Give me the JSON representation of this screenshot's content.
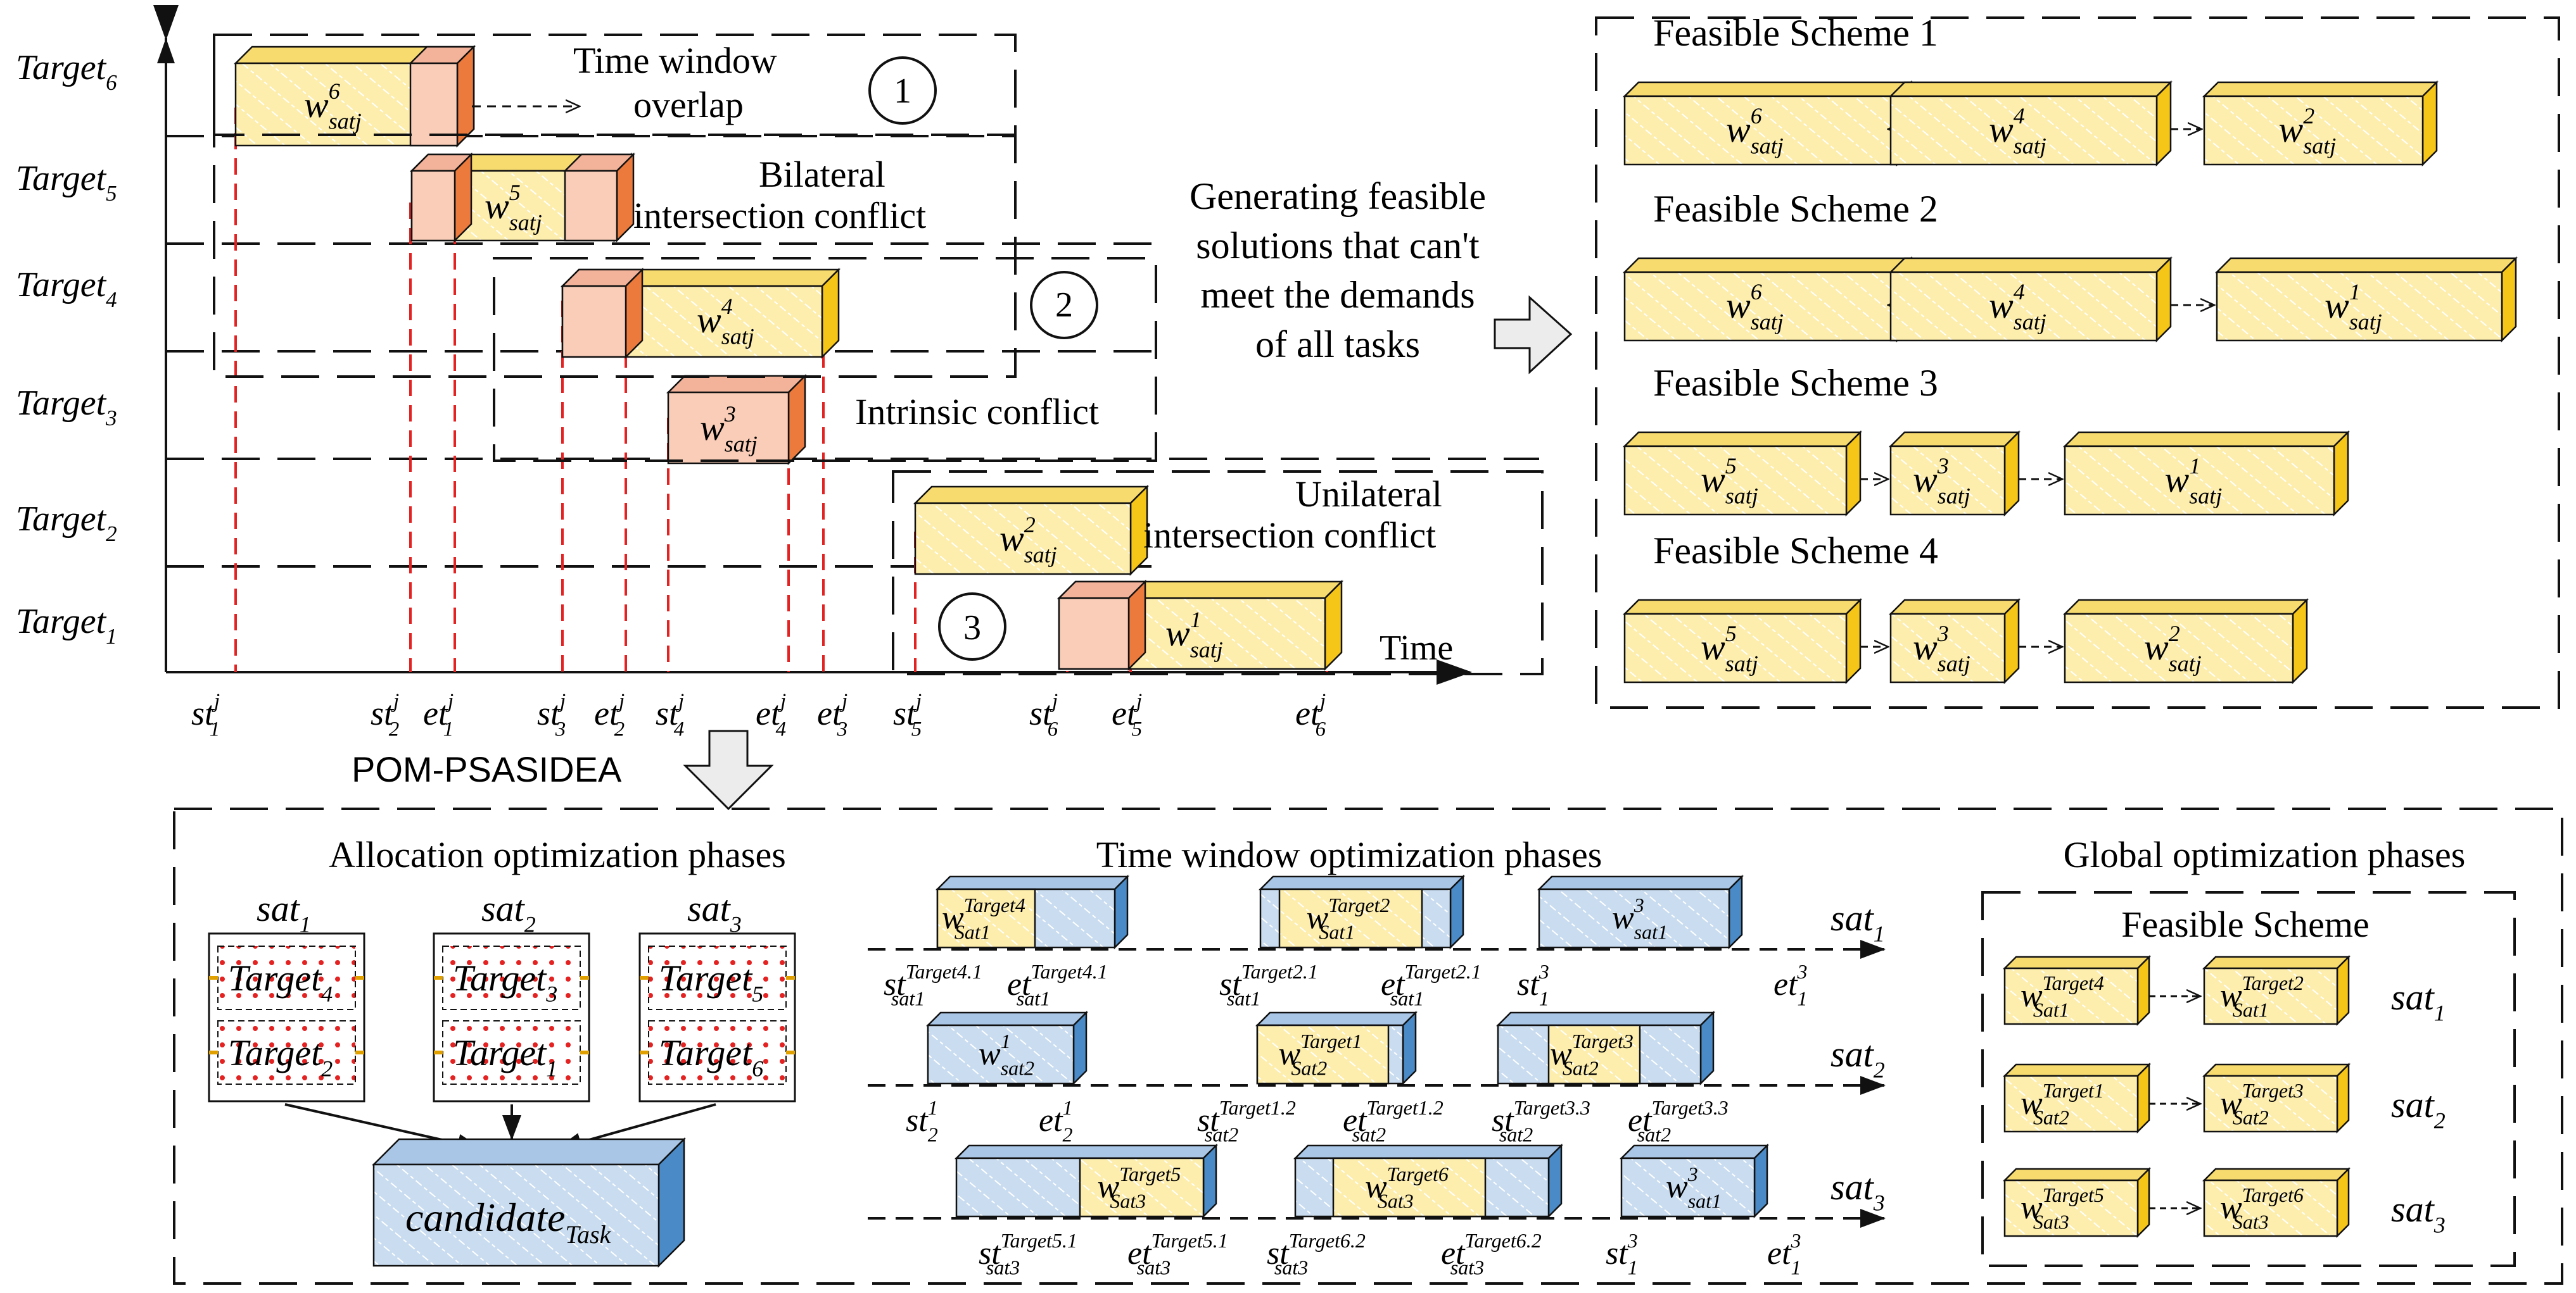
{
  "colors": {
    "yellow_front": "#fdeeae",
    "yellow_top": "#f7db6f",
    "yellow_side": "#f5c518",
    "yellow_hatch": "#ffffff",
    "pink_front": "#f9cdb8",
    "pink_top": "#f2b39a",
    "pink_side": "#ec7a3c",
    "blue_front": "#c9dcf0",
    "blue_top": "#a9c6e6",
    "blue_side": "#4a8ac6",
    "red_dash": "#e52222",
    "line": "#111111"
  },
  "top_chart": {
    "targets": [
      {
        "base": "Target",
        "sub": "6"
      },
      {
        "base": "Target",
        "sub": "5"
      },
      {
        "base": "Target",
        "sub": "4"
      },
      {
        "base": "Target",
        "sub": "3"
      },
      {
        "base": "Target",
        "sub": "2"
      },
      {
        "base": "Target",
        "sub": "1"
      }
    ],
    "windows": [
      {
        "target": "6",
        "base": "w",
        "sup": "6",
        "sub": "satj"
      },
      {
        "target": "5",
        "base": "w",
        "sup": "5",
        "sub": "satj"
      },
      {
        "target": "4",
        "base": "w",
        "sup": "4",
        "sub": "satj"
      },
      {
        "target": "3",
        "base": "w",
        "sup": "3",
        "sub": "satj"
      },
      {
        "target": "2",
        "base": "w",
        "sup": "2",
        "sub": "satj"
      },
      {
        "target": "1",
        "base": "w",
        "sup": "1",
        "sub": "satj"
      }
    ],
    "time_label": "Time",
    "ticks": [
      {
        "base": "st",
        "sup": "j",
        "sub": "1"
      },
      {
        "base": "st",
        "sup": "j",
        "sub": "2"
      },
      {
        "base": "et",
        "sup": "j",
        "sub": "1"
      },
      {
        "base": "st",
        "sup": "j",
        "sub": "3"
      },
      {
        "base": "et",
        "sup": "j",
        "sub": "2"
      },
      {
        "base": "st",
        "sup": "j",
        "sub": "4"
      },
      {
        "base": "et",
        "sup": "j",
        "sub": "4"
      },
      {
        "base": "et",
        "sup": "j",
        "sub": "3"
      },
      {
        "base": "st",
        "sup": "j",
        "sub": "5"
      },
      {
        "base": "st",
        "sup": "j",
        "sub": "6"
      },
      {
        "base": "et",
        "sup": "j",
        "sub": "5"
      },
      {
        "base": "et",
        "sup": "j",
        "sub": "6"
      }
    ],
    "conflicts": [
      {
        "number": "1",
        "line1": "Time window",
        "line2": "overlap"
      },
      {
        "number": "",
        "line1": "Bilateral",
        "line2": "intersection conflict"
      },
      {
        "number": "2",
        "line1": "Intrinsic conflict",
        "line2": ""
      },
      {
        "number": "3",
        "line1": "Unilateral",
        "line2": "intersection conflict"
      }
    ]
  },
  "middle_text": [
    "Generating feasible",
    "solutions that can't",
    "meet the demands",
    "of all tasks"
  ],
  "feasible_schemes": [
    {
      "title": "Feasible Scheme 1",
      "windows": [
        "6",
        "4",
        "2"
      ]
    },
    {
      "title": "Feasible Scheme 2",
      "windows": [
        "6",
        "4",
        "1"
      ]
    },
    {
      "title": "Feasible Scheme 3",
      "windows": [
        "5",
        "3",
        "1"
      ]
    },
    {
      "title": "Feasible Scheme 4",
      "windows": [
        "5",
        "3",
        "2"
      ]
    }
  ],
  "window_sub": "satj",
  "method_label": "POM-PSASIDEA",
  "allocation": {
    "title": "Allocation optimization phases",
    "sats": [
      {
        "base": "sat",
        "sub": "1",
        "targets": [
          {
            "base": "Target",
            "sub": "4"
          },
          {
            "base": "Target",
            "sub": "2"
          }
        ]
      },
      {
        "base": "sat",
        "sub": "2",
        "targets": [
          {
            "base": "Target",
            "sub": "3"
          },
          {
            "base": "Target",
            "sub": "1"
          }
        ]
      },
      {
        "base": "sat",
        "sub": "3",
        "targets": [
          {
            "base": "Target",
            "sub": "5"
          },
          {
            "base": "Target",
            "sub": "6"
          }
        ]
      }
    ],
    "candidate": {
      "base": "candidate",
      "sub": "Task"
    }
  },
  "time_window_opt": {
    "title": "Time window optimization phases",
    "rows": [
      {
        "sat": {
          "base": "sat",
          "sub": "1"
        },
        "boxes": [
          {
            "base": "w",
            "sup": "Target4",
            "sub": "Sat1"
          },
          {
            "base": "w",
            "sup": "Target2",
            "sub": "Sat1"
          },
          {
            "base": "w",
            "sup": "3",
            "sub": "sat1"
          }
        ],
        "labels": [
          {
            "base": "st",
            "sup": "Target4.1",
            "sub": "sat1"
          },
          {
            "base": "et",
            "sup": "Target4.1",
            "sub": "sat1"
          },
          {
            "base": "st",
            "sup": "Target2.1",
            "sub": "sat1"
          },
          {
            "base": "et",
            "sup": "Target2.1",
            "sub": "sat1"
          },
          {
            "base": "st",
            "sup": "3",
            "sub": "1"
          },
          {
            "base": "et",
            "sup": "3",
            "sub": "1"
          }
        ]
      },
      {
        "sat": {
          "base": "sat",
          "sub": "2"
        },
        "boxes": [
          {
            "base": "w",
            "sup": "1",
            "sub": "sat2"
          },
          {
            "base": "w",
            "sup": "Target1",
            "sub": "Sat2"
          },
          {
            "base": "w",
            "sup": "Target3",
            "sub": "Sat2"
          }
        ],
        "labels": [
          {
            "base": "st",
            "sup": "1",
            "sub": "2"
          },
          {
            "base": "et",
            "sup": "1",
            "sub": "2"
          },
          {
            "base": "st",
            "sup": "Target1.2",
            "sub": "sat2"
          },
          {
            "base": "et",
            "sup": "Target1.2",
            "sub": "sat2"
          },
          {
            "base": "st",
            "sup": "Target3.3",
            "sub": "sat2"
          },
          {
            "base": "et",
            "sup": "Target3.3",
            "sub": "sat2"
          }
        ]
      },
      {
        "sat": {
          "base": "sat",
          "sub": "3"
        },
        "boxes": [
          {
            "base": "w",
            "sup": "Target5",
            "sub": "Sat3"
          },
          {
            "base": "w",
            "sup": "Target6",
            "sub": "Sat3"
          },
          {
            "base": "w",
            "sup": "3",
            "sub": "sat1"
          }
        ],
        "labels": [
          {
            "base": "st",
            "sup": "Target5.1",
            "sub": "sat3"
          },
          {
            "base": "et",
            "sup": "Target5.1",
            "sub": "sat3"
          },
          {
            "base": "st",
            "sup": "Target6.2",
            "sub": "sat3"
          },
          {
            "base": "et",
            "sup": "Target6.2",
            "sub": "sat3"
          },
          {
            "base": "st",
            "sup": "3",
            "sub": "1"
          },
          {
            "base": "et",
            "sup": "3",
            "sub": "1"
          }
        ]
      }
    ]
  },
  "global_opt": {
    "title": "Global optimization phases",
    "scheme_title": "Feasible Scheme",
    "rows": [
      {
        "sat": {
          "base": "sat",
          "sub": "1"
        },
        "boxes": [
          {
            "base": "w",
            "sup": "Target4",
            "sub": "Sat1"
          },
          {
            "base": "w",
            "sup": "Target2",
            "sub": "Sat1"
          }
        ]
      },
      {
        "sat": {
          "base": "sat",
          "sub": "2"
        },
        "boxes": [
          {
            "base": "w",
            "sup": "Target1",
            "sub": "Sat2"
          },
          {
            "base": "w",
            "sup": "Target3",
            "sub": "Sat2"
          }
        ]
      },
      {
        "sat": {
          "base": "sat",
          "sub": "3"
        },
        "boxes": [
          {
            "base": "w",
            "sup": "Target5",
            "sub": "Sat3"
          },
          {
            "base": "w",
            "sup": "Target6",
            "sub": "Sat3"
          }
        ]
      }
    ]
  }
}
